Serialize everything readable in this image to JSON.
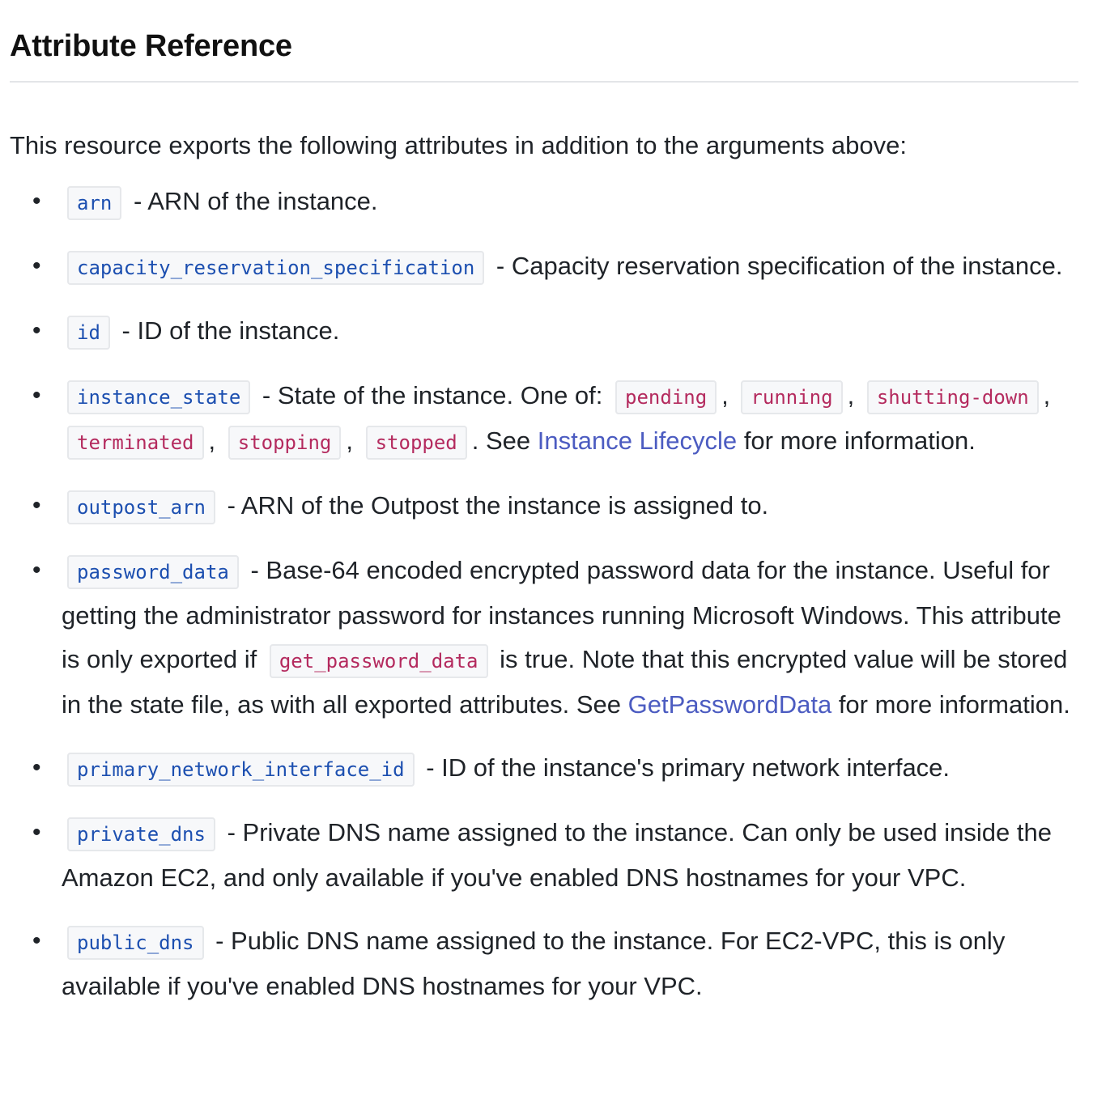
{
  "heading": "Attribute Reference",
  "intro": "This resource exports the following attributes in addition to the arguments above:",
  "attributes": {
    "arn": {
      "name": "arn",
      "desc": "- ARN of the instance."
    },
    "capacity": {
      "name": "capacity_reservation_specification",
      "desc": "- Capacity reservation specification of the instance."
    },
    "id": {
      "name": "id",
      "desc": "- ID of the instance."
    },
    "instance_state": {
      "name": "instance_state",
      "desc_before": "- State of the instance. One of:",
      "values": [
        "pending",
        "running",
        "shutting-down",
        "terminated",
        "stopping",
        "stopped"
      ],
      "see_prefix": ". See",
      "link": "Instance Lifecycle",
      "see_suffix": "for more information."
    },
    "outpost_arn": {
      "name": "outpost_arn",
      "desc": "- ARN of the Outpost the instance is assigned to."
    },
    "password_data": {
      "name": "password_data",
      "desc_before": "- Base-64 encoded encrypted password data for the instance. Useful for getting the administrator password for instances running Microsoft Windows. This attribute is only exported if",
      "code": "get_password_data",
      "desc_middle": "is true. Note that this encrypted value will be stored in the state file, as with all exported attributes. See",
      "link": "GetPasswordData",
      "desc_after": "for more information."
    },
    "primary_network_interface_id": {
      "name": "primary_network_interface_id",
      "desc": "- ID of the instance's primary network interface."
    },
    "private_dns": {
      "name": "private_dns",
      "desc": "- Private DNS name assigned to the instance. Can only be used inside the Amazon EC2, and only available if you've enabled DNS hostnames for your VPC."
    },
    "public_dns": {
      "name": "public_dns",
      "desc": "- Public DNS name assigned to the instance. For EC2-VPC, this is only available if you've enabled DNS hostnames for your VPC."
    }
  },
  "comma": ",",
  "bullet": "•"
}
